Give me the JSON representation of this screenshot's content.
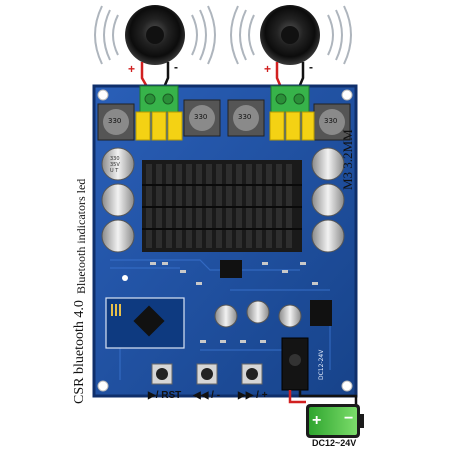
{
  "labels": {
    "mount_hole": "M3 3.2MM",
    "bluetooth_module": "CSR bluetooth 4.0",
    "indicator_led": "Bluetooth indicators led",
    "power_input": "DC12~24V",
    "pcb_power_marking": "DC12-24V"
  },
  "speakers": {
    "left": {
      "plus": "+",
      "minus": "-"
    },
    "right": {
      "plus": "+",
      "minus": "-"
    }
  },
  "inductor_marking": "330",
  "capacitor_marking": [
    "330",
    "35V",
    "U T"
  ],
  "controls": {
    "play": "▶/ RST",
    "prev": "◀◀ / -",
    "next": "▶▶ / +"
  },
  "battery": {
    "plus": "+",
    "minus": "−"
  },
  "colors": {
    "pcb": "#1d4f9e",
    "pcb_edge": "#0f2f6b",
    "heatsink": "#1a1a1a",
    "terminal": "#37b34a",
    "inductor_cap": "#f4d214",
    "battery_green": "#4cc84a"
  }
}
